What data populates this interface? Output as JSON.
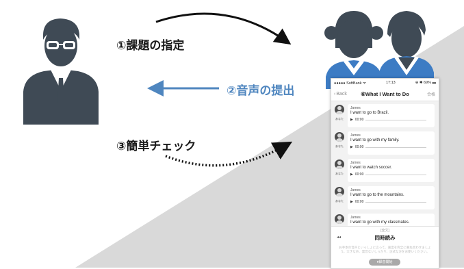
{
  "steps": {
    "step1": "①課題の指定",
    "step2": "②音声の提出",
    "step3": "③簡単チェック"
  },
  "colors": {
    "figure": "#3f4a55",
    "accent_blue": "#4f86bf",
    "background_gray": "#d9d9d9",
    "student_shirt": "#3d7cc4"
  },
  "icons": {
    "teacher": "teacher-icon",
    "students": "students-icon"
  },
  "phone": {
    "status": {
      "carrier": "●●●●● SoftBank ᯤ",
      "time": "17:13",
      "battery": "⊕ ✱ 69% ▬"
    },
    "nav": {
      "back": "Back",
      "title": "⑥What I Want to Do",
      "right": "合格"
    },
    "you_label": "あなた",
    "speaker": "James",
    "time": "00:00",
    "items": [
      {
        "sentence": "I want to go to Brazil."
      },
      {
        "sentence": "I want to go with my family."
      },
      {
        "sentence": "I want to watch soccer."
      },
      {
        "sentence": "I want to go to the mountains."
      },
      {
        "sentence": "I want to go with my classmates."
      }
    ],
    "bottom": {
      "tag": "[全文]",
      "title": "同時読み",
      "prev": "◂◂",
      "description": "お手本の音声といっしょに言って、速度を完全に重ね合わせましょう。大きな声、発音ないしっかり、正式な方をお使いください。",
      "record_button": "●録音開始"
    }
  }
}
